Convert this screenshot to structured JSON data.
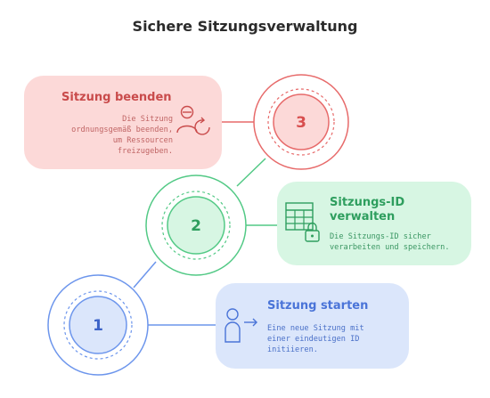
{
  "title": "Sichere Sitzungsverwaltung",
  "colors": {
    "red": "#e76a6a",
    "red_fill": "#fcd9d8",
    "green": "#52c985",
    "green_fill": "#d7f6e3",
    "blue": "#6c95ec",
    "blue_fill": "#dbe6fb"
  },
  "steps": [
    {
      "number": "1",
      "heading": "Sitzung starten",
      "description": [
        "Eine neue Sitzung mit",
        "einer eindeutigen ID",
        "initiieren."
      ],
      "icon": "person-arrow-icon"
    },
    {
      "number": "2",
      "heading": [
        "Sitzungs-ID",
        "verwalten"
      ],
      "description": [
        "Die Sitzungs-ID sicher",
        "verarbeiten und speichern."
      ],
      "icon": "table-lock-icon"
    },
    {
      "number": "3",
      "heading": "Sitzung beenden",
      "description": [
        "Die Sitzung",
        "ordnungsgemäß beenden,",
        "um Ressourcen",
        "freizugeben."
      ],
      "icon": "person-refresh-icon"
    }
  ]
}
